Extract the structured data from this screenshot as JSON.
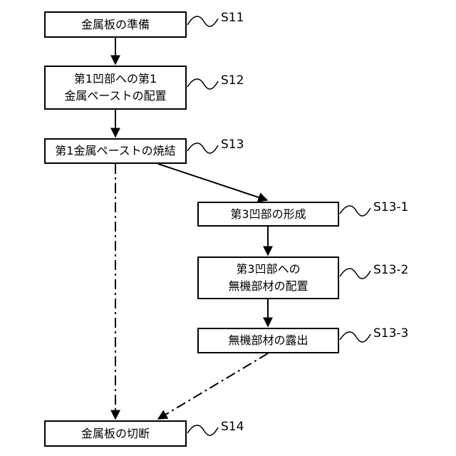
{
  "steps": {
    "s11": {
      "lines": [
        "金属板の準備"
      ],
      "label": "S11"
    },
    "s12": {
      "lines": [
        "第1凹部への第1",
        "金属ペーストの配置"
      ],
      "label": "S12"
    },
    "s13": {
      "lines": [
        "第1金属ペーストの焼結"
      ],
      "label": "S13"
    },
    "s13_1": {
      "lines": [
        "第3凹部の形成"
      ],
      "label": "S13-1"
    },
    "s13_2": {
      "lines": [
        "第3凹部への",
        "無機部材の配置"
      ],
      "label": "S13-2"
    },
    "s13_3": {
      "lines": [
        "無機部材の露出"
      ],
      "label": "S13-3"
    },
    "s14": {
      "lines": [
        "金属板の切断"
      ],
      "label": "S14"
    }
  }
}
